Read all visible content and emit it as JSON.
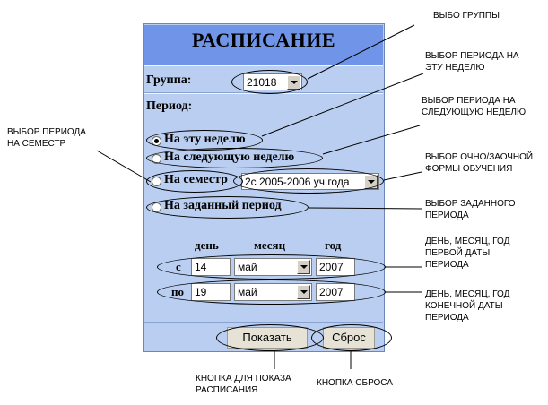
{
  "panel": {
    "title": "РАСПИСАНИЕ",
    "group_label": "Группа:",
    "group_value": "21018",
    "period_label": "Период:",
    "radio_this_week": "На эту неделю",
    "radio_next_week": "На следующую неделю",
    "radio_semester": "На семестр",
    "semester_value": "2с 2005-2006 уч.года",
    "radio_custom": "На заданный период",
    "col_day": "день",
    "col_month": "месяц",
    "col_year": "год",
    "from_label": "с",
    "from_day": "14",
    "from_month": "май",
    "from_year": "2007",
    "to_label": "по",
    "to_day": "19",
    "to_month": "май",
    "to_year": "2007",
    "show_button": "Показать",
    "reset_button": "Сброс",
    "selected_period": "На эту неделю"
  },
  "annotations": {
    "group_choice": "ВЫБО ГРУППЫ",
    "this_week_1": "ВЫБОР ПЕРИОДА НА",
    "this_week_2": "ЭТУ НЕДЕЛЮ",
    "next_week_1": "ВЫБОР ПЕРИОДА НА",
    "next_week_2": "СЛЕДУЮЩУЮ НЕДЕЛЮ",
    "semester_1": "ВЫБОР ПЕРИОДА",
    "semester_2": "НА СЕМЕСТР",
    "form_1": "ВЫБОР ОЧНО/ЗАОЧНОЙ",
    "form_2": "ФОРМЫ ОБУЧЕНИЯ",
    "custom_1": "ВЫБОР ЗАДАННОГО",
    "custom_2": "ПЕРИОДА",
    "first_date_1": "ДЕНЬ, МЕСЯЦ, ГОД",
    "first_date_2": "ПЕРВОЙ ДАТЫ",
    "first_date_3": "ПЕРИОДА",
    "last_date_1": "ДЕНЬ, МЕСЯЦ, ГОД",
    "last_date_2": "КОНЕЧНОЙ ДАТЫ",
    "last_date_3": "ПЕРИОДА",
    "show_1": "КНОПКА ДЛЯ ПОКАЗА",
    "show_2": "РАСПИСАНИЯ",
    "reset": "КНОПКА СБРОСА"
  }
}
